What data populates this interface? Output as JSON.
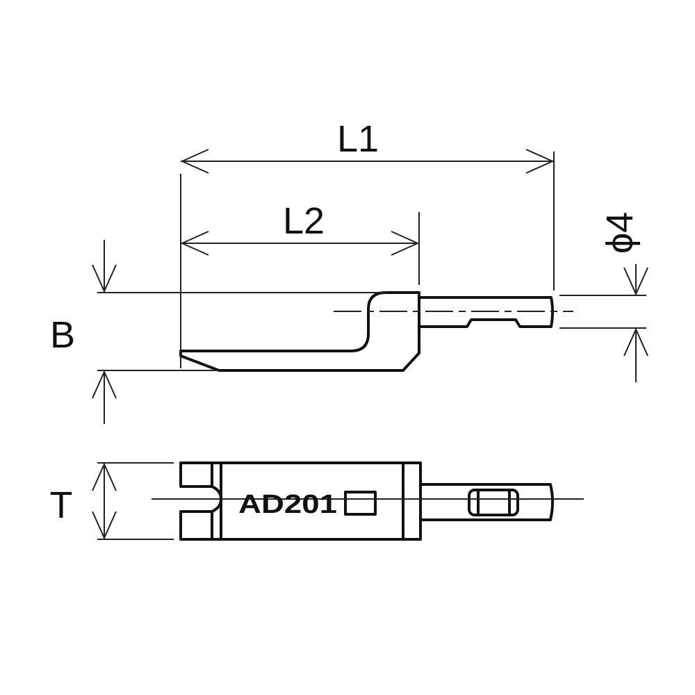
{
  "dimensions": {
    "l1": "L1",
    "l2": "L2",
    "b": "B",
    "t": "T",
    "diameter": "ϕ4"
  },
  "part_marking": "AD201"
}
